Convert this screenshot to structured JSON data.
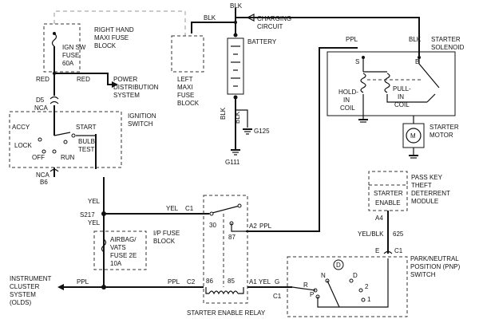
{
  "labels": {
    "right_fuse_block": [
      "RIGHT HAND",
      "MAXI FUSE",
      "BLOCK"
    ],
    "left_fuse_block": [
      "LEFT",
      "MAXI",
      "FUSE",
      "BLOCK"
    ],
    "ign_fuse": [
      "IGN SW",
      "FUSE",
      "60A"
    ],
    "battery": "BATTERY",
    "charging": [
      "CHARGING",
      "CIRCUIT"
    ],
    "blk": "BLK",
    "red": "RED",
    "ppl": "PPL",
    "yel": "YEL",
    "nca": "NCA",
    "d5": "D5",
    "b6": "B6",
    "s217": "S217",
    "power_dist": [
      "POWER",
      "DISTRIBUTION",
      "SYSTEM"
    ],
    "ignition_switch": [
      "IGNITION",
      "SWITCH"
    ],
    "accy": "ACCY",
    "start": "START",
    "lock": "LOCK",
    "bulb_test": [
      "BULB",
      "TEST"
    ],
    "off": "OFF",
    "run": "RUN",
    "g125": "G125",
    "g111": "G111",
    "starter_solenoid": [
      "STARTER",
      "SOLENOID"
    ],
    "s": "S",
    "b": "B",
    "hold_in": [
      "HOLD-",
      "IN",
      "COIL"
    ],
    "pull_in": [
      "PULL-",
      "IN",
      "COIL"
    ],
    "starter_motor": [
      "STARTER",
      "MOTOR"
    ],
    "m": "M",
    "ip_fuse_block": [
      "I/P FUSE",
      "BLOCK"
    ],
    "airbag_fuse": [
      "AIRBAG/",
      "VATS",
      "FUSE 2E",
      "10A"
    ],
    "c1": "C1",
    "c2": "C2",
    "t30": "30",
    "t87": "87",
    "t86": "86",
    "t85": "85",
    "a1": "A1",
    "a2": "A2",
    "a4": "A4",
    "e": "E",
    "g": "G",
    "t625": "625",
    "yel_blk": "YEL/BLK",
    "relay": "STARTER ENABLE RELAY",
    "starter_enable": [
      "STARTER",
      "ENABLE"
    ],
    "pass_key": [
      "PASS KEY",
      "THEFT",
      "DETERRENT",
      "MODULE"
    ],
    "pnp": [
      "PARK/NEUTRAL",
      "POSITION (PNP)",
      "SWITCH"
    ],
    "instrument": [
      "INSTRUMENT",
      "CLUSTER",
      "SYSTEM",
      "(OLDS)"
    ],
    "pnp_d_circle": "D",
    "pnp_r": "R",
    "pnp_n": "N",
    "pnp_p": "P",
    "pnp_d": "D",
    "pnp_2": "2",
    "pnp_1": "1"
  }
}
